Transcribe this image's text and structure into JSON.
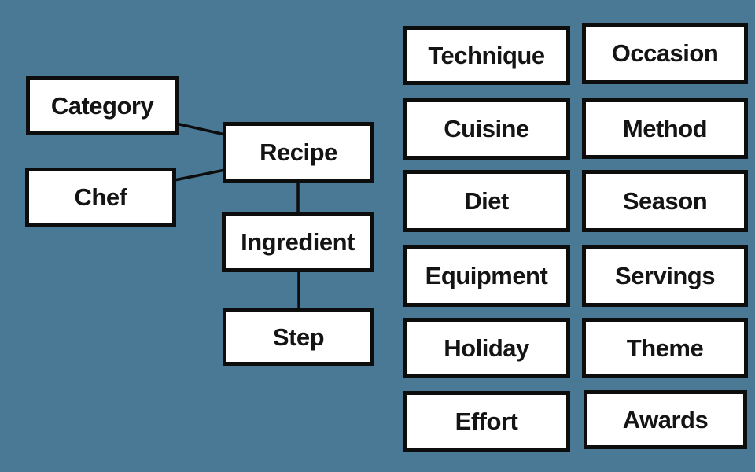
{
  "canvas": {
    "background_color": "#4a7996",
    "box_fill_color": "#ffffff",
    "box_border_color": "#0d0d0d",
    "text_color": "#141414"
  },
  "er_diagram": {
    "nodes": {
      "category": "Category",
      "chef": "Chef",
      "recipe": "Recipe",
      "ingredient": "Ingredient",
      "step": "Step"
    },
    "edges": [
      {
        "from": "category",
        "to": "recipe"
      },
      {
        "from": "chef",
        "to": "recipe"
      },
      {
        "from": "recipe",
        "to": "ingredient"
      },
      {
        "from": "ingredient",
        "to": "step"
      }
    ]
  },
  "tag_grid": {
    "column1": [
      "Technique",
      "Cuisine",
      "Diet",
      "Equipment",
      "Holiday",
      "Effort"
    ],
    "column2": [
      "Occasion",
      "Method",
      "Season",
      "Servings",
      "Theme",
      "Awards"
    ]
  }
}
